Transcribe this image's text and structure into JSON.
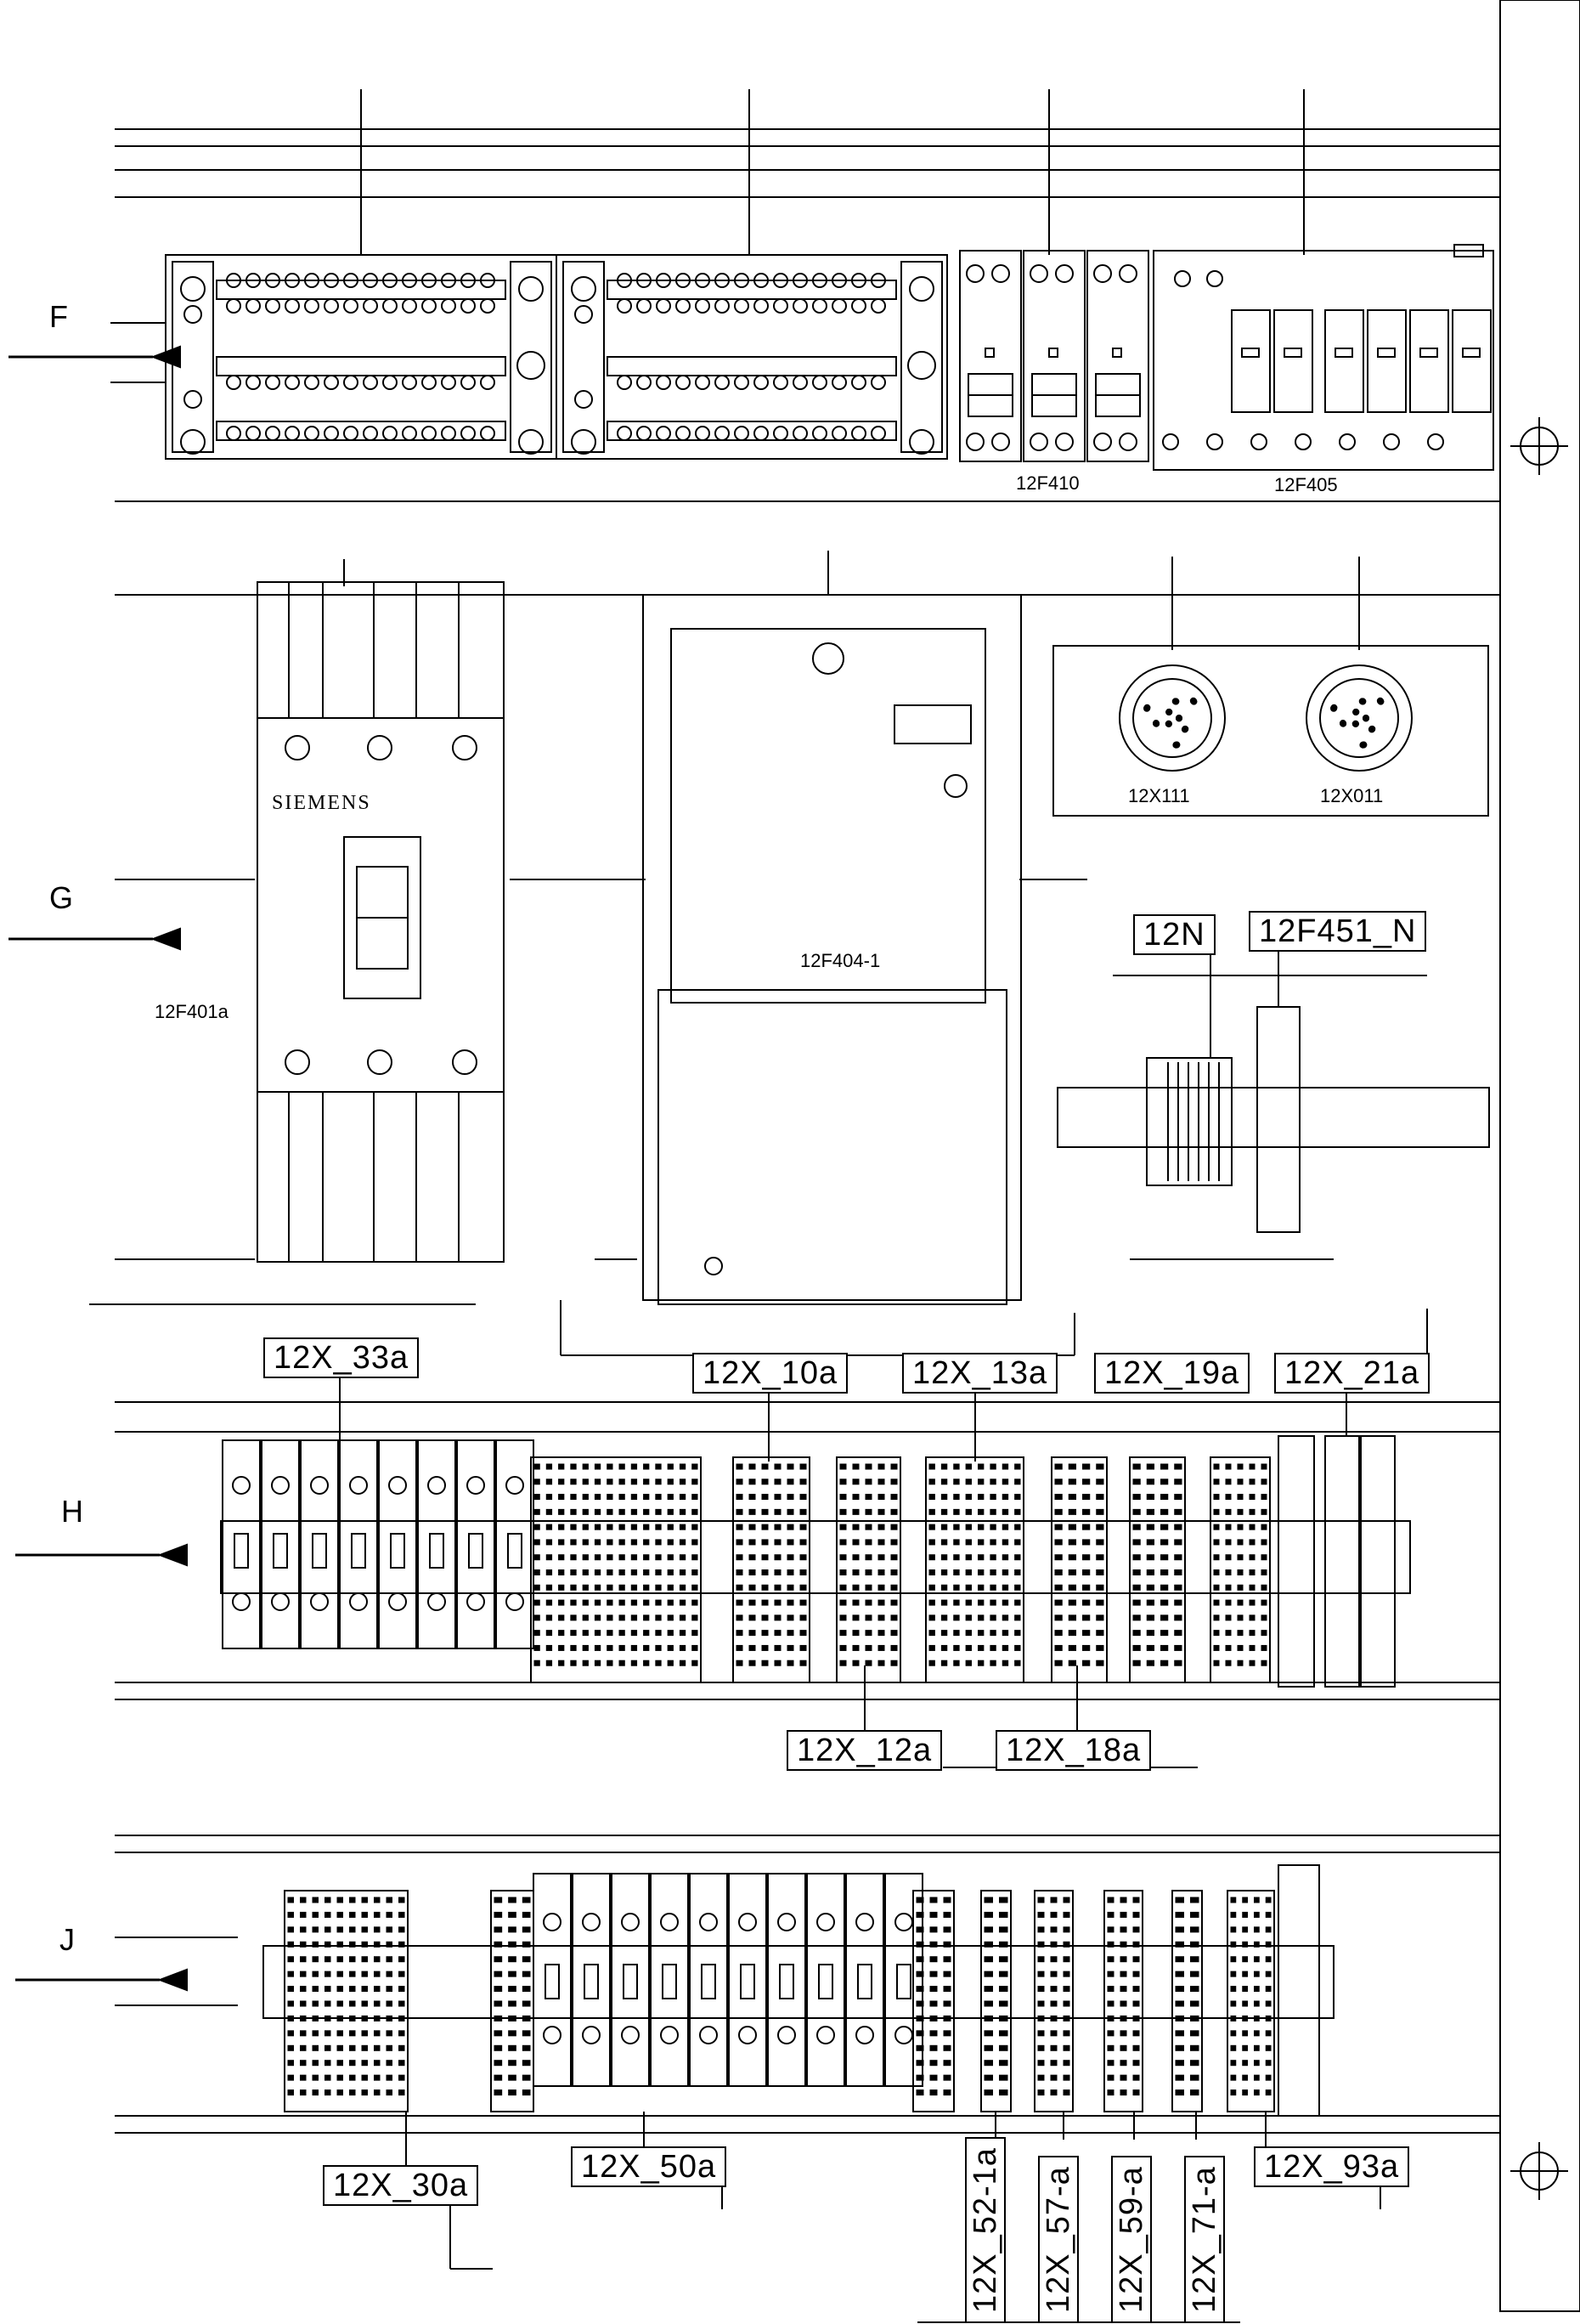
{
  "rows": [
    {
      "id": "F",
      "letter": "F"
    },
    {
      "id": "G",
      "letter": "G"
    },
    {
      "id": "H",
      "letter": "H"
    },
    {
      "id": "J",
      "letter": "J"
    }
  ],
  "devices": {
    "f410": "12F410",
    "f405": "12F405",
    "f401a": "12F401a",
    "brand": "SIEMENS",
    "f404": "12F404-1",
    "x111": "12X111",
    "x011": "12X011",
    "n": "12N",
    "f451n": "12F451_N"
  },
  "terminal_labels": {
    "x33a": "12X_33a",
    "x10a": "12X_10a",
    "x13a": "12X_13a",
    "x19a": "12X_19a",
    "x21a": "12X_21a",
    "x12a": "12X_12a",
    "x18a": "12X_18a",
    "x30a": "12X_30a",
    "x50a": "12X_50a",
    "x93a": "12X_93a",
    "x52_1a": "12X_52-1a",
    "x57a": "12X_57-a",
    "x59a": "12X_59-a",
    "x71a": "12X_71-a"
  }
}
